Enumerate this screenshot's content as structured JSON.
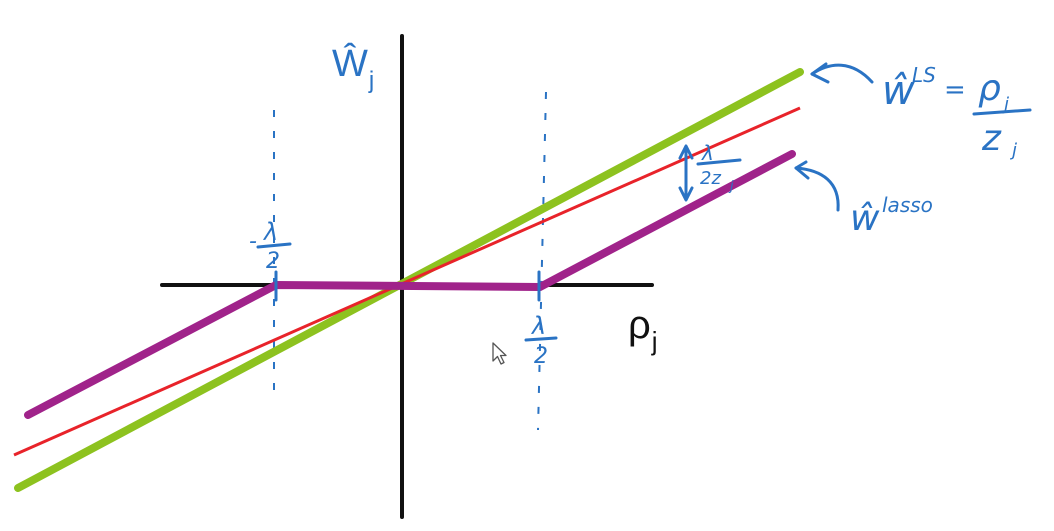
{
  "colors": {
    "least_squares": "#8dc21f",
    "lasso": "#a0238a",
    "ridge_like": "#e8232a",
    "annotation": "#2a73c4",
    "axis": "#111111"
  },
  "axes": {
    "y_label": "Ŵ",
    "y_label_sub": "j",
    "x_label": "ρ",
    "x_label_sub": "j"
  },
  "thresholds": {
    "neg_minus": "-",
    "neg_num": "λ",
    "neg_den": "2",
    "pos_num": "λ",
    "pos_den": "2"
  },
  "annotations": {
    "ls_w": "ŵ",
    "ls_sup": "LS",
    "ls_eq": "=",
    "ls_num": "ρ",
    "ls_num_sub": "j",
    "ls_den": "z",
    "ls_den_sub": "j",
    "lasso_w": "ŵ",
    "lasso_sup": "lasso",
    "gap_num": "λ",
    "gap_den": "2z",
    "gap_den_sub": "j"
  },
  "icons": {
    "cursor": "mouse-pointer-icon"
  }
}
